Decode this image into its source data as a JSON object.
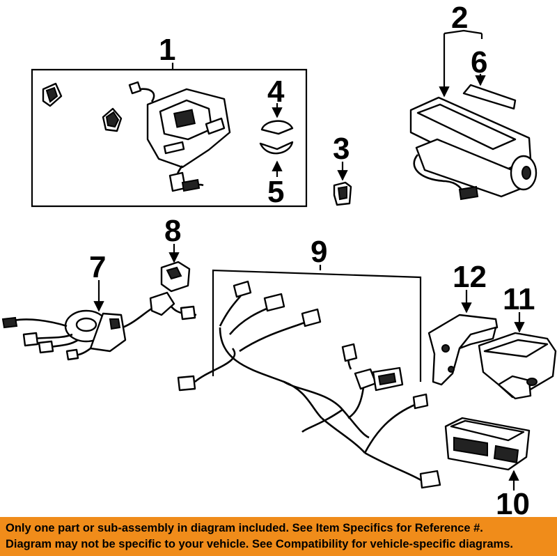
{
  "callouts": {
    "c1": "1",
    "c2": "2",
    "c3": "3",
    "c4": "4",
    "c5": "5",
    "c6": "6",
    "c7": "7",
    "c8": "8",
    "c9": "9",
    "c10": "10",
    "c11": "11",
    "c12": "12"
  },
  "banner": {
    "line1": "Only one part or sub-assembly in diagram included. See Item Specifics for Reference #.",
    "line2": "Diagram may not be specific to your vehicle. See Compatibility for vehicle-specific diagrams.",
    "color": "#f08c1a"
  }
}
